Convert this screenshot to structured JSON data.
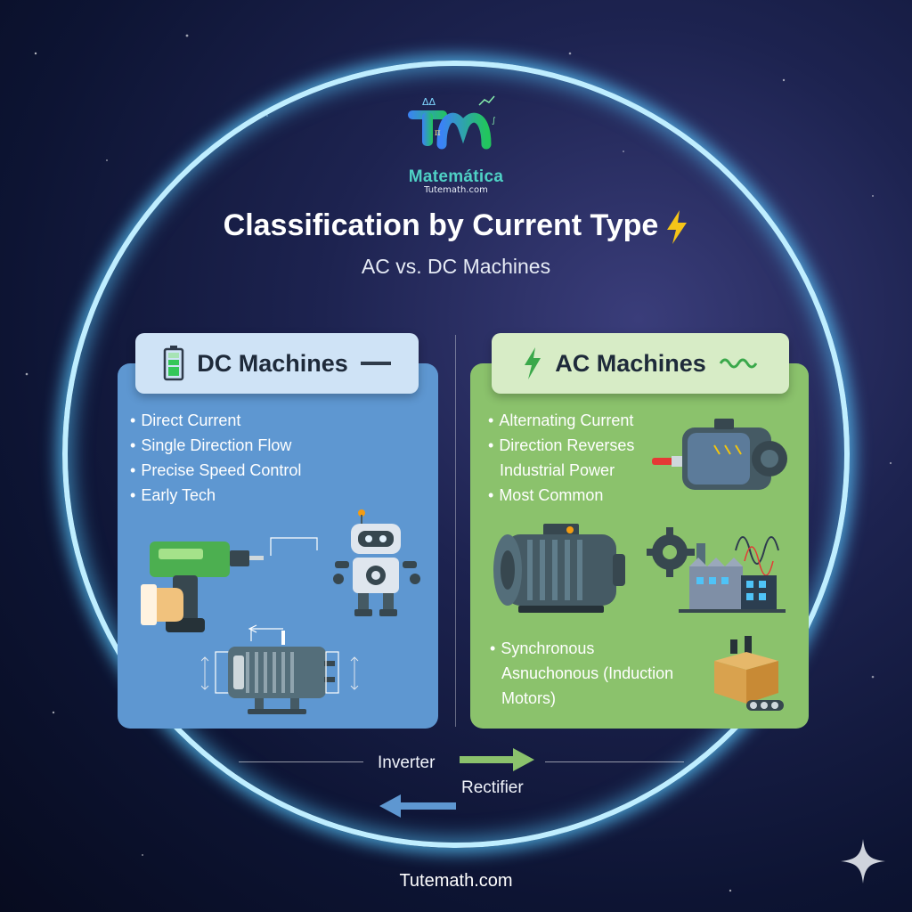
{
  "logo": {
    "brand": "Matemática",
    "site": "Tutemath.com"
  },
  "title": "Classification by Current Type",
  "subtitle": "AC vs. DC Machines",
  "dc": {
    "heading": "DC Machines",
    "bullets": [
      "Direct Current",
      "Single Direction Flow",
      "Precise Speed Control",
      "Early Tech"
    ]
  },
  "ac": {
    "heading": "AC Machines",
    "bullets": [
      "Alternating Current",
      "Direction Reverses",
      "Industrial Power",
      "Most Common"
    ],
    "types": [
      "Synchronous",
      "Asnuchonous (Induction",
      "Motors)"
    ]
  },
  "conversion": {
    "inverter": "Inverter",
    "rectifier": "Rectifier"
  },
  "footer": "Tutemath.com",
  "colors": {
    "dc_panel": "#5e97d1",
    "ac_panel": "#8bc26c",
    "ring": "#bfeeff",
    "bolt": "#f5c518"
  },
  "icons": {
    "title": "lightning-bolt-icon",
    "dc": "battery-icon",
    "dc_symbol": "dc-line-icon",
    "ac": "lightning-icon",
    "ac_symbol": "sine-wave-icon"
  }
}
